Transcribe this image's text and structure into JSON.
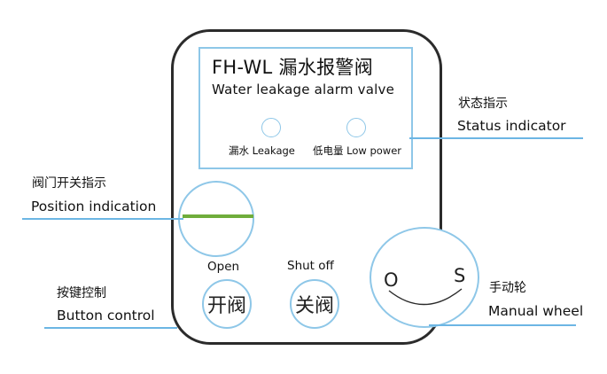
{
  "device": {
    "title": "FH-WL 漏水报警阀",
    "subtitle": "Water leakage alarm valve",
    "indicators": [
      {
        "label": "漏水 Leakage"
      },
      {
        "label": "低电量 Low power"
      }
    ],
    "buttons": {
      "open_caption": "Open",
      "open_label": "开阀",
      "close_caption": "Shut off",
      "close_label": "关阀"
    },
    "wheel": {
      "left_mark": "O",
      "right_mark": "S"
    }
  },
  "callouts": {
    "status": {
      "cn": "状态指示",
      "en": "Status indicator"
    },
    "position": {
      "cn": "阀门开关指示",
      "en": "Position indication"
    },
    "button": {
      "cn": "按键控制",
      "en": "Button control"
    },
    "wheel": {
      "cn": "手动轮",
      "en": "Manual wheel"
    }
  },
  "colors": {
    "outline": "#2b2b2b",
    "accent_blue": "#8ec7e8",
    "leader_blue": "#6cb6e4",
    "position_green": "#6fad3b"
  }
}
